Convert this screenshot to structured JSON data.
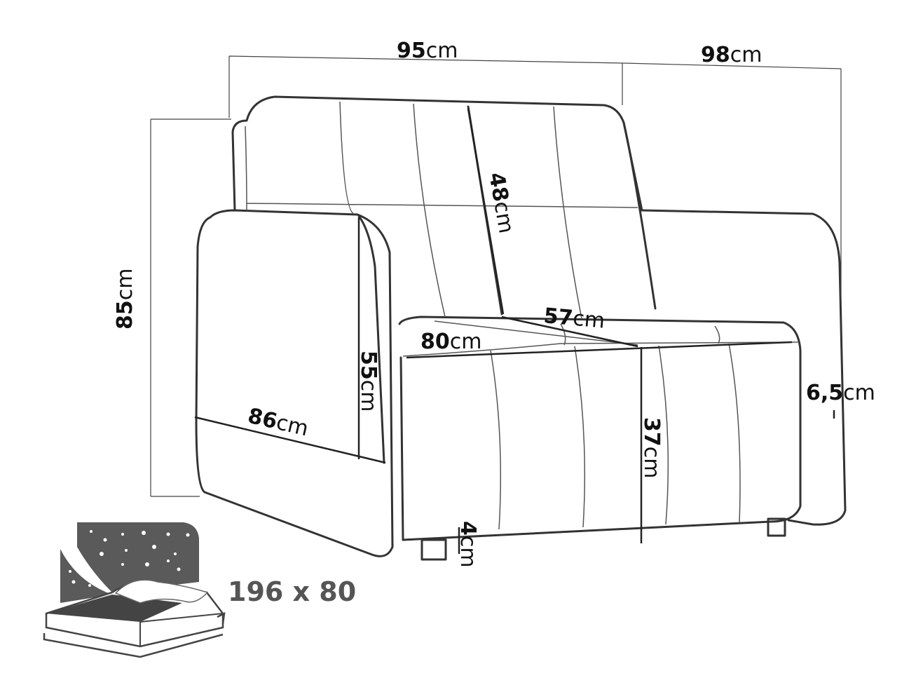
{
  "dimensions": {
    "width": {
      "value": "95",
      "unit": "cm"
    },
    "depth": {
      "value": "98",
      "unit": "cm"
    },
    "height": {
      "value": "85",
      "unit": "cm"
    },
    "backrest_height": {
      "value": "48",
      "unit": "cm"
    },
    "seat_depth": {
      "value": "57",
      "unit": "cm"
    },
    "seat_width": {
      "value": "80",
      "unit": "cm"
    },
    "armrest_height": {
      "value": "55",
      "unit": "cm"
    },
    "armrest_length": {
      "value": "86",
      "unit": "cm"
    },
    "seat_height": {
      "value": "37",
      "unit": "cm"
    },
    "arm_thickness": {
      "value": "6,5",
      "unit": "cm"
    },
    "leg_height": {
      "value": "4",
      "unit": "cm"
    }
  },
  "bed": {
    "icon": "sofa-bed-icon",
    "size": "196 x 80"
  },
  "colors": {
    "line": "#333333",
    "icon": "#5a5a5a"
  }
}
